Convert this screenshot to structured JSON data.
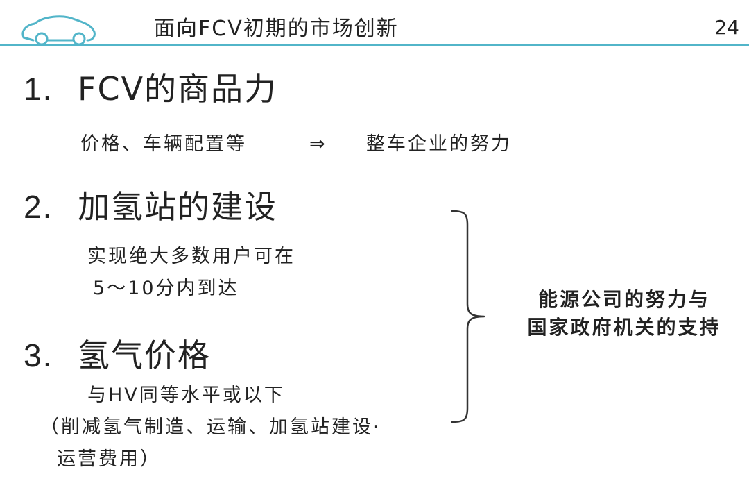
{
  "header": {
    "title": "面向FCV初期的市场创新",
    "page_number": "24",
    "accent_color": "#52b5c9",
    "logo_icon": "car-outline-icon"
  },
  "sections": [
    {
      "number": "1.",
      "title": "FCV的商品力",
      "lines": [
        "价格、车辆配置等"
      ],
      "arrow": "⇒",
      "result": "整车企业的努力"
    },
    {
      "number": "2.",
      "title": "加氢站的建设",
      "lines": [
        "实现绝大多数用户可在",
        "5～10分内到达"
      ]
    },
    {
      "number": "3.",
      "title": "氢气价格",
      "lines": [
        "与HV同等水平或以下",
        "（削减氢气制造、运输、加氢站建设·",
        "运营费用）"
      ]
    }
  ],
  "side_note": {
    "lines": [
      "能源公司的努力与",
      "国家政府机关的支持"
    ],
    "bracket_icon": "right-curly-brace-icon"
  }
}
